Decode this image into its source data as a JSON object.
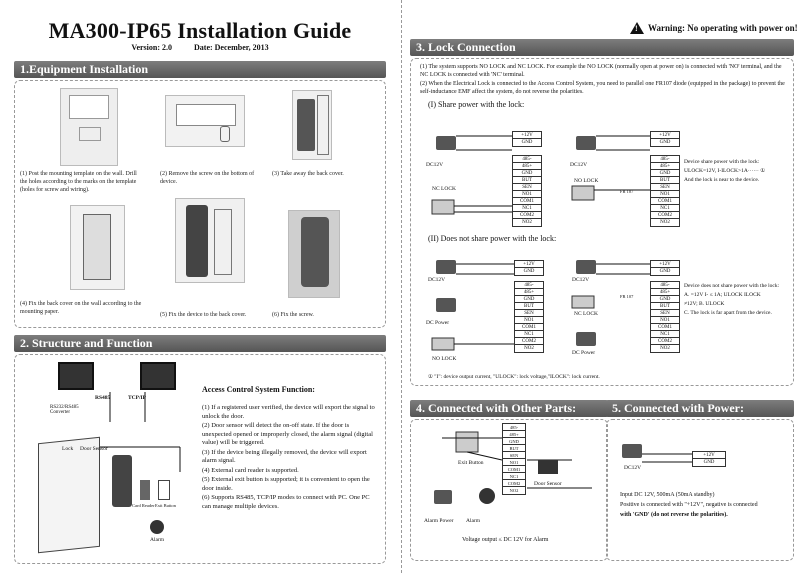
{
  "header": {
    "title": "MA300-IP65 Installation Guide",
    "version": "Version: 2.0",
    "date": "Date: December, 2013",
    "warning": "Warning: No operating with power on!"
  },
  "section1": {
    "heading": "1.Equipment  Installation",
    "steps": [
      "(1) Post the  mounting template on the wall. Drill the holes according to the marks on the template (holes for screw and wiring).",
      "(2) Remove  the  screw  on  the  bottom of device.",
      "(3) Take away the back cover.",
      "(4) Fix the back cover on the wall according  to the mounting paper.",
      "(5) Fix  the  device  to  the back cover.",
      "(6) Fix the screw."
    ]
  },
  "section2": {
    "heading": "2. Structure and Function",
    "labels": {
      "rs485": "RS485",
      "tcpip": "TCP/IP",
      "converter": "RS232/RS485 Converter",
      "lock": "Lock",
      "door_sensor": "Door Sensor",
      "card_reader": "Card Reader",
      "exit_button": "Exit Button",
      "alarm": "Alarm"
    },
    "function_title": "Access Control System Function:",
    "functions": [
      "(1) If a registered user verified, the device will export the signal to unlock the door.",
      "(2) Door sensor will detect the on-off state. If the door is unexpected  opened or improperly closed, the alarm signal (digital value) will be triggered.",
      "(3) If the device being illegally removed, the device will export alarm signal.",
      "(4) External card reader is supported.",
      "(5) External exit button is supported; it is convenient to open the door inside.",
      "(6) Supports RS485, TCP/IP modes to connect with PC. One PC can manage multiple devices."
    ]
  },
  "section3": {
    "heading": "3. Lock  Connection",
    "intro": [
      "(1)  The  system  supports  NO LOCK  and  NC LOCK. For example the NO LOCK (normally open at power on) is connected with 'NO' terminal, and the NC LOCK is connected with 'NC' terminal.",
      "(2) When the Electrical Lock is connected to the Access Control System, you need to parallel one FR107 diode (equipped in the package) to prevent the self-inductance EMF affect the system, do not reverse the polarities."
    ],
    "share_title": "(I) Share power with the lock:",
    "noshare_title": "(II) Does not share power with the lock:",
    "terminals_power": [
      "+12V",
      "GND"
    ],
    "terminals_main": [
      "485-",
      "485+",
      "GND",
      "BUT",
      "SEN",
      "NO1",
      "COM1",
      "NC1",
      "COM2",
      "NO2"
    ],
    "dc12v": "DC12V",
    "nc_lock": "NC LOCK",
    "no_lock": "NO LOCK",
    "fr107": "FR 107",
    "dc_power": "DC Power",
    "share_note": [
      "Device  share  power  with the lock:",
      "ULOCK=12V, I-ILOCK>1A······  ①",
      "And  the  lock  is  near  to  the  device."
    ],
    "noshare_note": [
      "Device  does  not  share  power  with the lock:",
      "A.  =12V   I-  ≤ 1A; ULOCK ILOCK",
      "≠12V; B. ULOCK",
      "C. The  lock  is  far apart from the  device."
    ],
    "footnote": "①  \"I\": device output current, \"ULOCK\": lock voltage,\"ILOCK\": lock current."
  },
  "section4": {
    "heading": "4. Connected  with  Other  Parts:",
    "terminals": [
      "485-",
      "485+",
      "GND",
      "BUT",
      "SEN",
      "NO1",
      "COM1",
      "NC1",
      "COM2",
      "NO2"
    ],
    "exit_button": "Exit Button",
    "door_sensor": "Door  Sensor",
    "alarm_power": "Alarm  Power",
    "alarm": "Alarm",
    "voltage_note": "Voltage output ≤ DC 12V for Alarm"
  },
  "section5": {
    "heading": "5. Connected  with  Power:",
    "terminals": [
      "+12V",
      "GND"
    ],
    "dc12v": "DC12V",
    "text": [
      "Input  DC 12V,  500mA (50mA standby)",
      "Positive is connected  with \"+12V\", negative is connected",
      "with 'GND' (do not reverse the polarities)."
    ]
  },
  "colors": {
    "bar": "#666666",
    "text": "#111111",
    "panel": "#e6e6e6"
  }
}
